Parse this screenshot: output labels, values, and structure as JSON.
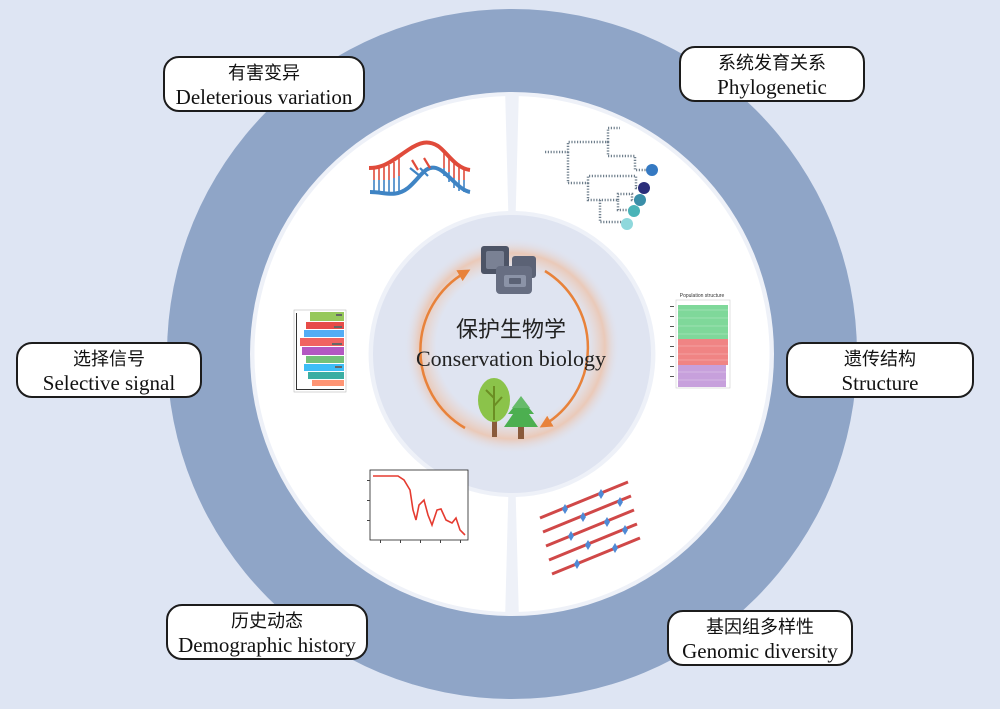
{
  "center": {
    "title_zh": "保护生物学",
    "title_en": "Conservation biology"
  },
  "labels": {
    "deleterious": {
      "zh": "有害变异",
      "en": "Deleterious variation"
    },
    "phylogenetic": {
      "zh": "系统发育关系",
      "en": "Phylogenetic"
    },
    "selective": {
      "zh": "选择信号",
      "en": "Selective signal"
    },
    "structure": {
      "zh": "遗传结构",
      "en": "Structure"
    },
    "demographic": {
      "zh": "历史动态",
      "en": "Demographic history"
    },
    "genomic": {
      "zh": "基因组多样性",
      "en": "Genomic diversity"
    }
  },
  "thumbnails": {
    "population_structure_title": "Population structure"
  },
  "icons": [
    "dna-helix-icon",
    "phylogenetic-tree-icon",
    "admixture-plot-icon",
    "chromosome-lines-icon",
    "demographic-curve-icon",
    "manhattan-plot-icon",
    "genome-chip-icon",
    "trees-icon",
    "cycle-arrows-icon"
  ],
  "colors": {
    "background": "#dee5f3",
    "outer_ring": "#8fa5c7",
    "inner_ring": "#eef1f8",
    "center_disc": "#dfe4f1",
    "arrow": "#e8823a",
    "dna_red": "#e04b3b",
    "dna_blue": "#3f84c4",
    "structure_green": "#7fd89a",
    "structure_red": "#f08484",
    "structure_purple": "#c7a0dc"
  }
}
